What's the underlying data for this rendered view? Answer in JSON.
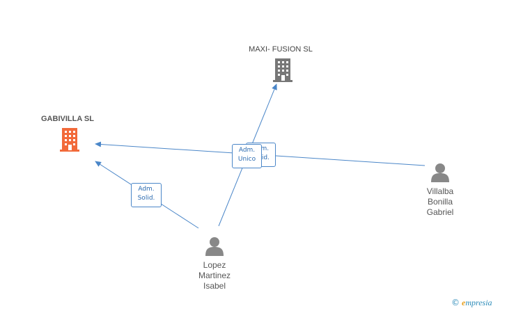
{
  "companies": {
    "maxi": {
      "name": "MAXI- FUSION SL",
      "color": "#777777"
    },
    "gabivilla": {
      "name": "GABIVILLA SL",
      "color": "#f26a3a"
    }
  },
  "persons": {
    "villalba": {
      "line1": "Villalba",
      "line2": "Bonilla",
      "line3": "Gabriel",
      "color": "#888888"
    },
    "lopez": {
      "line1": "Lopez",
      "line2": "Martinez",
      "line3": "Isabel",
      "color": "#888888"
    }
  },
  "edges": {
    "lopez_gabivilla": {
      "line1": "Adm.",
      "line2": "Solid."
    },
    "lopez_maxi": {
      "line1": "Adm.",
      "line2": "Unico"
    },
    "villalba_gabivilla": {
      "line1": "Adm.",
      "line2": "Solid."
    }
  },
  "edge_color": "#4a86c8",
  "brand": {
    "copyright": "©",
    "initial": "e",
    "rest": "mpresia"
  }
}
